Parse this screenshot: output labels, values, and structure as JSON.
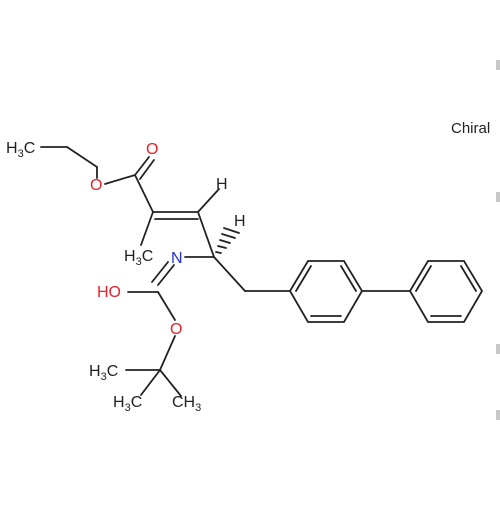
{
  "chirality_label": "Chiral",
  "colors": {
    "bond": "#222222",
    "carbon": "#222222",
    "oxygen": "#e8202a",
    "nitrogen": "#2030d0"
  },
  "atoms": {
    "ch3_ethyl": {
      "main": "H",
      "sub": "3",
      "tail": "C"
    },
    "ester_o": "O",
    "carbonyl_o": "O",
    "vinyl_h": "H",
    "methyl": {
      "main": "H",
      "sub": "3",
      "tail": "C",
      "prefix": ""
    },
    "stereo_h": "H",
    "nitrogen": "N",
    "hydroxyl": "HO",
    "carbamate_o": "O",
    "tbu_left": {
      "main": "H",
      "sub": "3",
      "tail": "C"
    },
    "tbu_bottom_left": {
      "main": "H",
      "sub": "3",
      "tail": "C"
    },
    "tbu_right": {
      "main": "CH",
      "sub": "3"
    }
  }
}
